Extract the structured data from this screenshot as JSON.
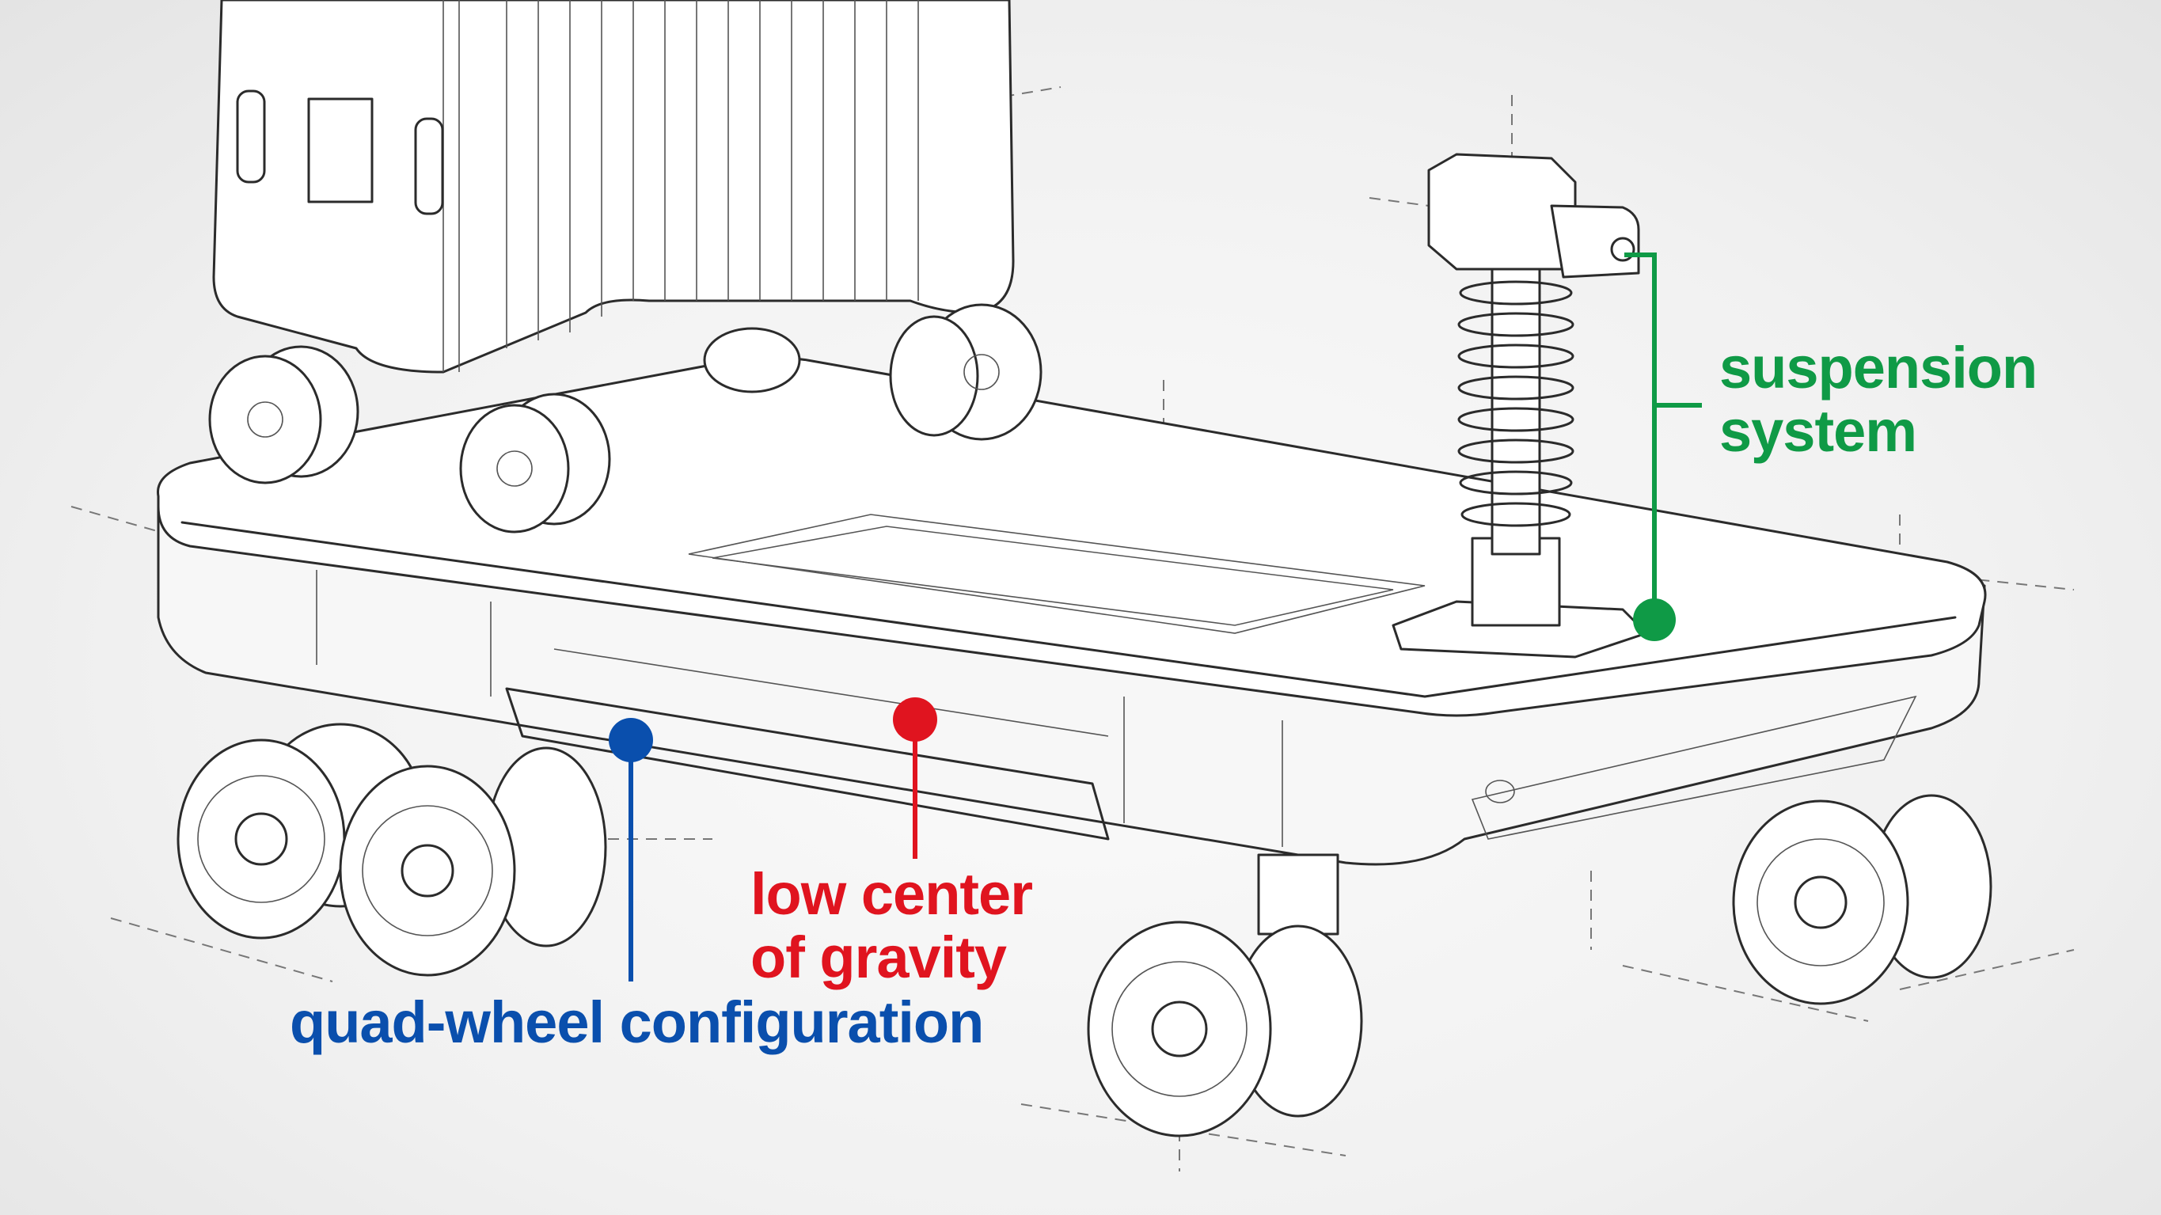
{
  "labels": {
    "suspension": {
      "line1": "suspension",
      "line2": "system",
      "color": "#0f9a46"
    },
    "gravity": {
      "line1": "low center",
      "line2": "of gravity",
      "color": "#e0141f"
    },
    "wheels": {
      "text": "quad-wheel configuration",
      "color": "#0a4fad"
    }
  }
}
